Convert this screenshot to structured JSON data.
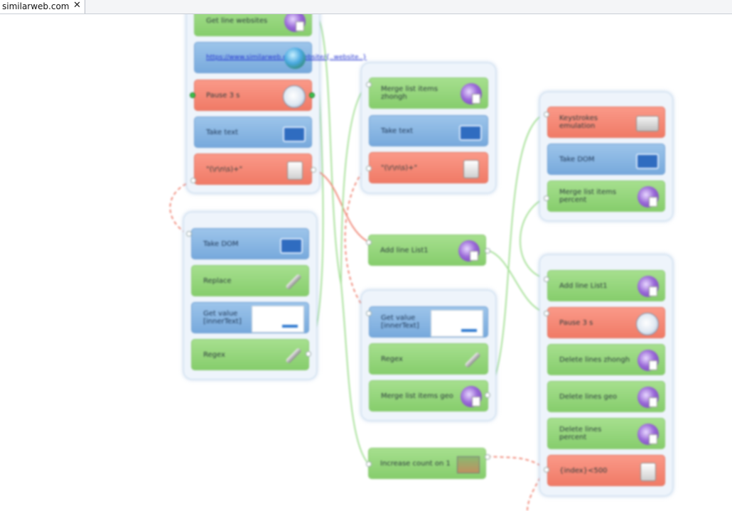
{
  "browser": {
    "tab_title": "similarweb.com",
    "close_glyph": "✕"
  },
  "groups": [
    {
      "id": "g1",
      "blocks": [
        {
          "label": "Get line websites",
          "color": "green",
          "icon": "disc-list-icon"
        },
        {
          "label": "https://www.similarweb.com/website/{..website..}",
          "color": "blue",
          "icon": "globe-icon",
          "link": true
        },
        {
          "label": "Pause 3 s",
          "color": "red",
          "icon": "clock-icon"
        },
        {
          "label": "Take text",
          "color": "blue",
          "icon": "html-icon"
        },
        {
          "label": "\"(\\r\\n\\s)+\"",
          "color": "red",
          "icon": "number-icon"
        }
      ]
    },
    {
      "id": "g2",
      "blocks": [
        {
          "label": "Take DOM",
          "color": "blue",
          "icon": "html-icon"
        },
        {
          "label": "Replace",
          "color": "green",
          "icon": "pin-icon"
        },
        {
          "label": "Get value [innerText]",
          "color": "blue",
          "icon": "preview-thumbnail"
        },
        {
          "label": "Regex",
          "color": "green",
          "icon": "pin-icon"
        }
      ]
    },
    {
      "id": "g3",
      "blocks": [
        {
          "label": "Merge list items zhongh",
          "color": "green",
          "icon": "disc-list-icon"
        },
        {
          "label": "Take text",
          "color": "blue",
          "icon": "html-icon"
        },
        {
          "label": "\"(\\r\\n\\s)+\"",
          "color": "red",
          "icon": "number-icon"
        }
      ]
    },
    {
      "id": "g4",
      "blocks": [
        {
          "label": "Get value [innerText]",
          "color": "blue",
          "icon": "preview-thumbnail"
        },
        {
          "label": "Regex",
          "color": "green",
          "icon": "pin-icon"
        },
        {
          "label": "Merge list items geo",
          "color": "green",
          "icon": "disc-list-icon"
        }
      ]
    },
    {
      "id": "g5",
      "blocks": [
        {
          "label": "Keystrokes emulation",
          "color": "red",
          "icon": "keyboard-icon"
        },
        {
          "label": "Take DOM",
          "color": "blue",
          "icon": "html-icon"
        },
        {
          "label": "Merge list items percent",
          "color": "green",
          "icon": "disc-list-icon"
        }
      ]
    },
    {
      "id": "g6",
      "blocks": [
        {
          "label": "Add line List1",
          "color": "green",
          "icon": "disc-list-icon"
        },
        {
          "label": "Pause 3 s",
          "color": "red",
          "icon": "clock-icon"
        },
        {
          "label": "Delete lines zhongh",
          "color": "green",
          "icon": "disc-list-icon"
        },
        {
          "label": "Delete lines geo",
          "color": "green",
          "icon": "disc-list-icon"
        },
        {
          "label": "Delete lines percent",
          "color": "green",
          "icon": "disc-list-icon"
        },
        {
          "label": "{index}<500",
          "color": "red",
          "icon": "number-icon"
        }
      ]
    }
  ],
  "standalone": [
    {
      "id": "s1",
      "label": "Add line List1",
      "color": "green",
      "icon": "disc-list-icon"
    },
    {
      "id": "s2",
      "label": "Increase count on 1",
      "color": "green",
      "icon": "chart-icon"
    }
  ],
  "colors": {
    "green_block": "#93d47a",
    "blue_block": "#86b4e2",
    "red_block": "#f4866f",
    "group_bg": "#eef4fb",
    "link_green": "#a8e19a",
    "link_red": "#f08a7a"
  }
}
